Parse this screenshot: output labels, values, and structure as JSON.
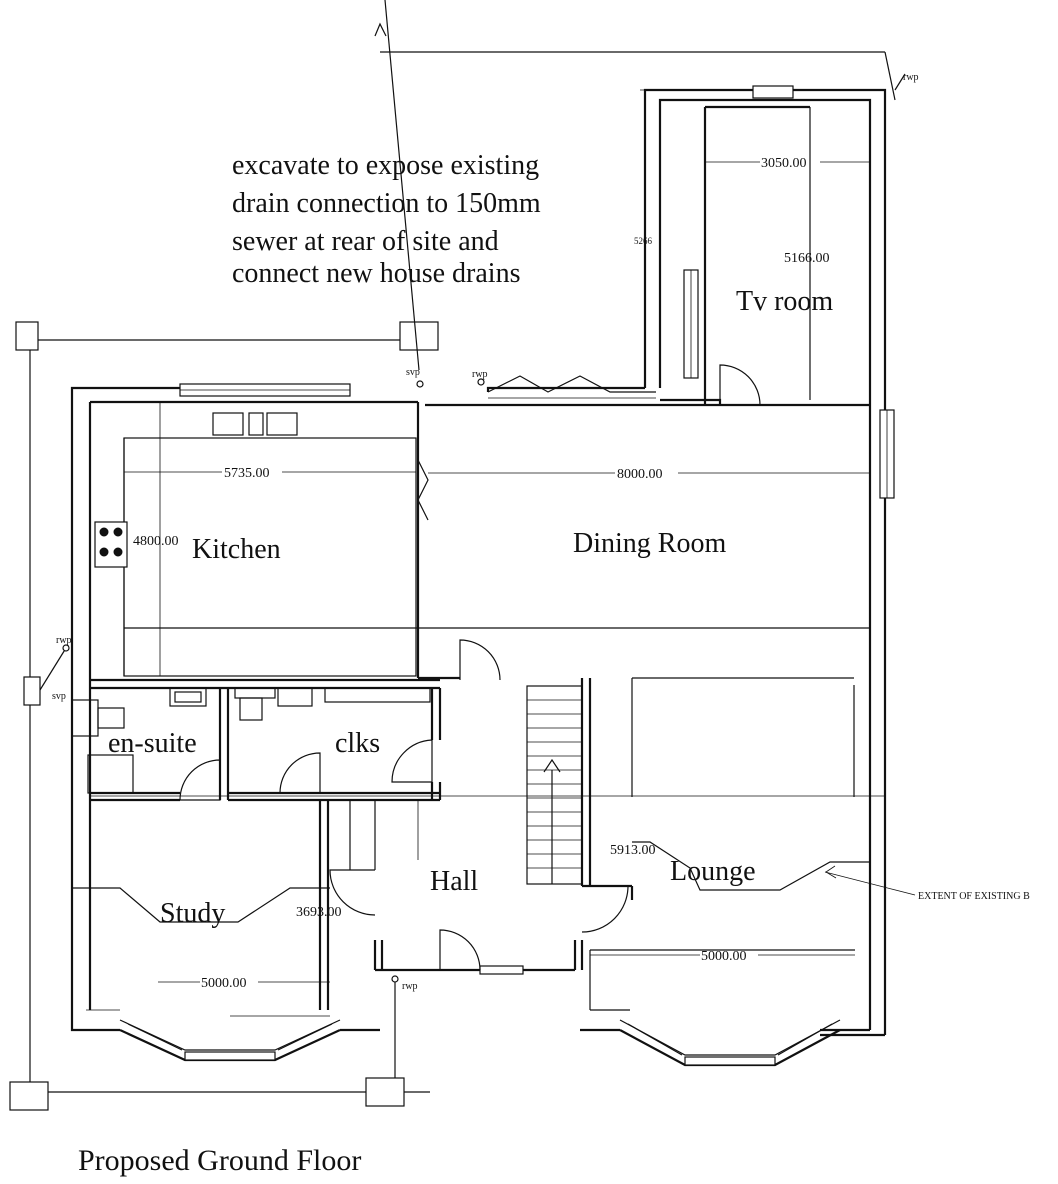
{
  "notes": {
    "drain_line1": "excavate to expose existing",
    "drain_line2": "drain connection to 150mm",
    "drain_line3": "sewer at rear of site  and",
    "drain_line4": "connect new house drains",
    "extent": "EXTENT OF EXISTING B"
  },
  "rooms": {
    "tv_room": "Tv room",
    "kitchen": "Kitchen",
    "dining_room": "Dining Room",
    "en_suite": "en-suite",
    "clks": "clks",
    "hall": "Hall",
    "lounge": "Lounge",
    "study": "Study"
  },
  "dimensions": {
    "tv_width": "3050.00",
    "tv_length": "5166.00",
    "tv_side": "5266",
    "kitchen_width": "5735.00",
    "kitchen_depth": "4800.00",
    "dining_width": "8000.00",
    "lounge_depth": "5913.00",
    "lounge_width": "5000.00",
    "study_depth": "3693.00",
    "study_width": "5000.00"
  },
  "labels": {
    "rwp_top_right": "rwp",
    "rwp_rear": "rwp",
    "svp_rear": "svp",
    "rwp_left": "rwp",
    "svp_left": "svp",
    "rwp_front": "rwp"
  },
  "caption": "Proposed Ground Floor"
}
